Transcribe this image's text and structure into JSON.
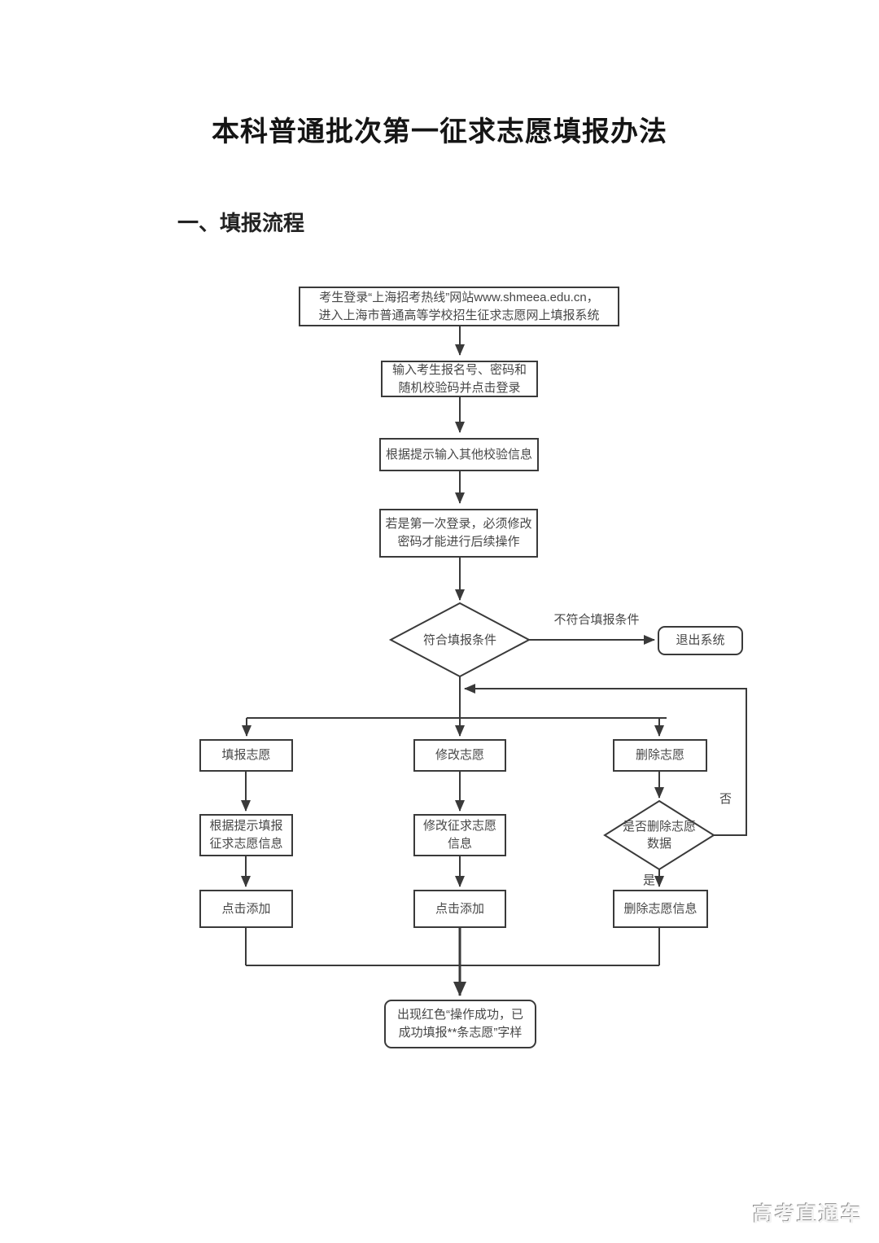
{
  "page": {
    "title": "本科普通批次第一征求志愿填报办法",
    "section_heading": "一、填报流程",
    "watermark": "高考直通车"
  },
  "flowchart": {
    "nodes": {
      "login": "考生登录“上海招考热线”网站www.shmeea.edu.cn，\n进入上海市普通高等学校招生征求志愿网上填报系统",
      "credentials": "输入考生报名号、密码和\n随机校验码并点击登录",
      "verify": "根据提示输入其他校验信息",
      "first_login": "若是第一次登录，必须修改\n密码才能进行后续操作",
      "eligible_decision": "符合填报条件",
      "exit": "退出系统",
      "fill": "填报志愿",
      "modify": "修改志愿",
      "delete": "删除志愿",
      "fill_info": "根据提示填报\n征求志愿信息",
      "modify_info": "修改征求志愿\n信息",
      "delete_decision": "是否删除志愿\n数据",
      "click_add_fill": "点击添加",
      "click_add_modify": "点击添加",
      "delete_info": "删除志愿信息",
      "result": "出现红色“操作成功，已\n成功填报**条志愿”字样"
    },
    "edge_labels": {
      "not_eligible": "不符合填报条件",
      "no": "否",
      "yes": "是"
    },
    "colors": {
      "line": "#3a3a3a",
      "text": "#474747",
      "background": "#ffffff",
      "watermark": "#ededed"
    }
  }
}
